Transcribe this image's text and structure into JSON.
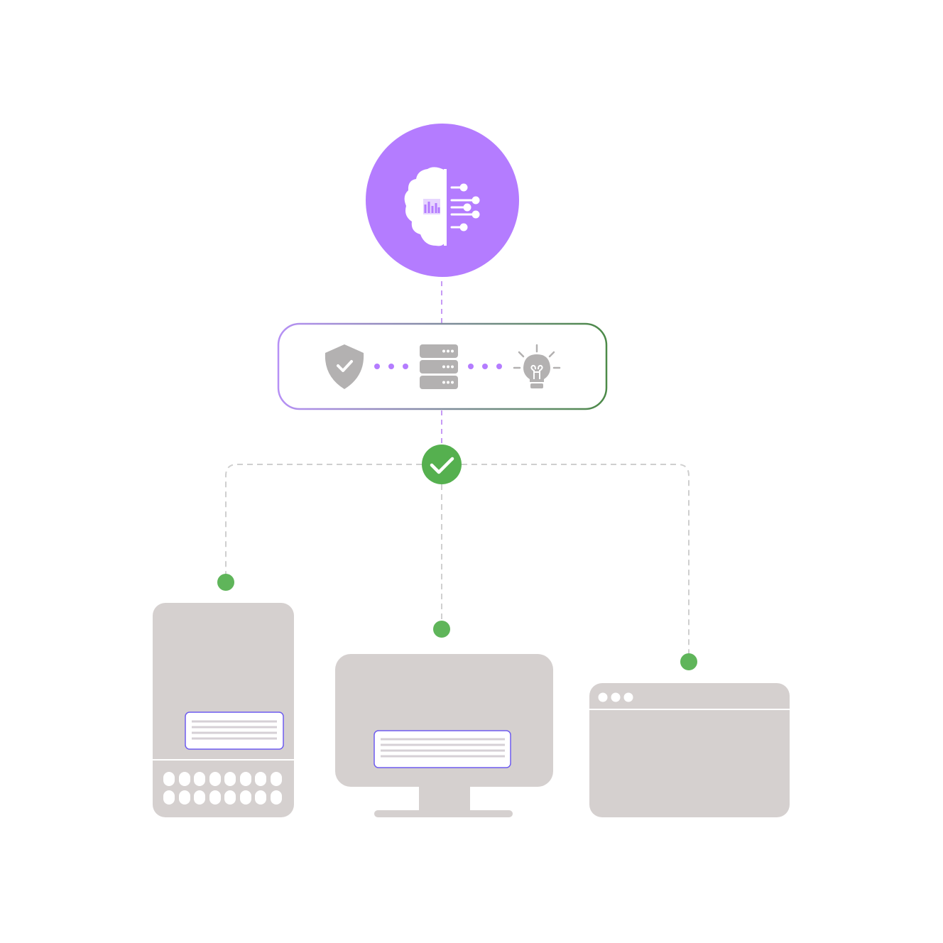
{
  "colors": {
    "brain_circle": "#b47cff",
    "white": "#ffffff",
    "purple_dots": "#b47cff",
    "purple_dash": "#c79bf5",
    "gray_dash": "#cfcfcf",
    "icon_gray": "#b3b1b1",
    "device_fill": "#d5d0cf",
    "device_dark": "#d0cbca",
    "check_green": "#55b04f",
    "node_green": "#5fb55a",
    "panel_gradient_start": "#b690f5",
    "panel_gradient_end": "#4c8a48",
    "card_border": "#6e5cf0",
    "card_line": "#d6d0d6"
  },
  "nodes": {
    "brain": "brain-ai-icon",
    "pipeline": [
      "shield-check-icon",
      "server-icon",
      "lightbulb-icon"
    ],
    "validation": "check-circle-icon",
    "devices": [
      "mobile-device",
      "desktop-monitor",
      "browser-window"
    ]
  }
}
